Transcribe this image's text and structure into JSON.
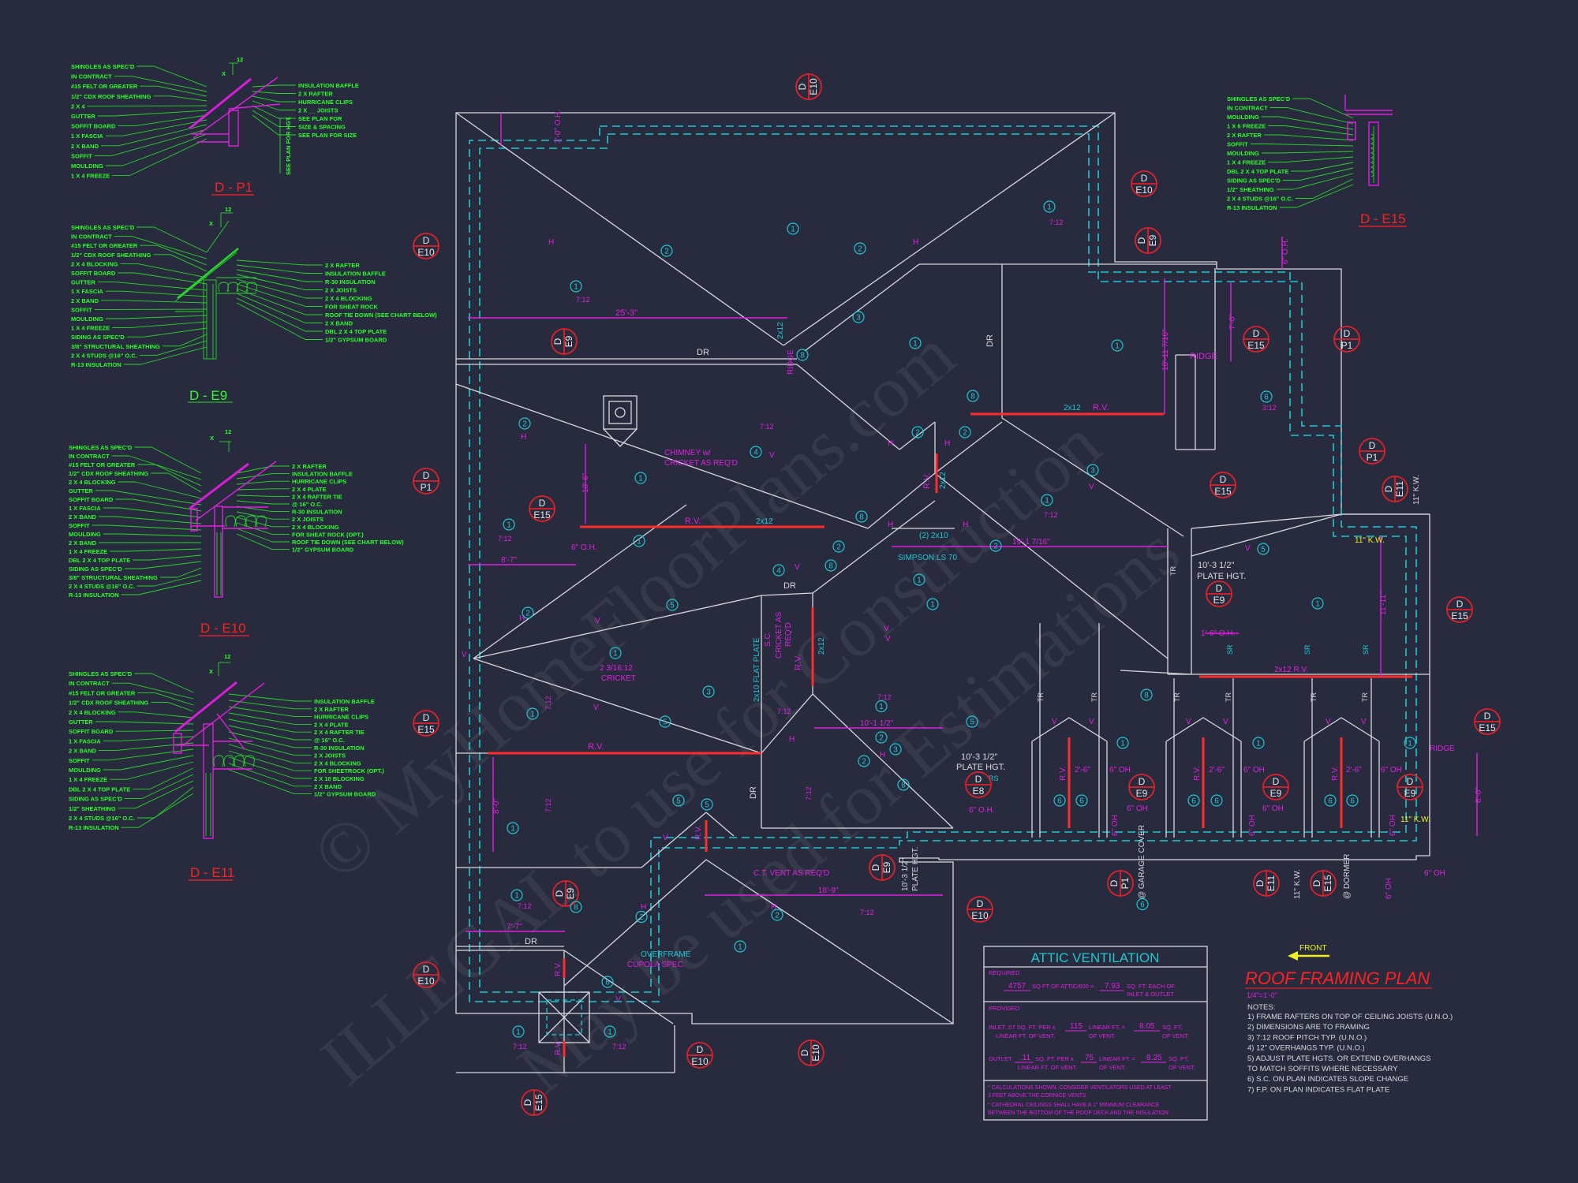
{
  "watermark": {
    "line1": "© MyHomeFloorPlans.com",
    "line2": "ILLEGAL to use for Construction",
    "line3": "May be used for Estimations"
  },
  "details": {
    "p1": {
      "title": "D - P1",
      "pitch_x": "X",
      "pitch_12": "12",
      "left_labels": [
        "SHINGLES AS SPEC'D",
        "IN CONTRACT",
        "#15 FELT OR GREATER",
        "1/2\" CDX ROOF SHEATHING",
        "2 X 4",
        "GUTTER",
        "SOFFIT BOARD",
        "1 X    FASCIA",
        "2 X    BAND",
        "SOFFIT",
        "MOULDING",
        "1 X 4 FREEZE"
      ],
      "right_labels": [
        "INSULATION BAFFLE",
        "2 X    RAFTER",
        "HURRICANE CLIPS",
        "2 X __ JOISTS",
        "SEE PLAN FOR",
        "SIZE & SPACING",
        "SEE PLAN FOR SIZE"
      ],
      "vertical_label": "SEE PLAN FOR HGT."
    },
    "e9": {
      "title": "D - E9",
      "pitch_x": "X",
      "pitch_12": "12",
      "left_labels": [
        "SHINGLES AS SPEC'D",
        "IN CONTRACT",
        "#15 FELT OR GREATER",
        "1/2\" CDX ROOF SHEATHING",
        "2 X 4 BLOCKING",
        "SOFFIT BOARD",
        "GUTTER",
        "1 X    FASCIA",
        "2 X    BAND",
        "SOFFIT",
        "MOULDING",
        "1 X 4 FREEZE",
        "SIDING AS SPEC'D",
        "3/8\" STRUCTURAL SHEATHING",
        "2 X 4 STUDS @16\" O.C.",
        "R-13 INSULATION"
      ],
      "right_labels": [
        "2 X    RAFTER",
        "INSULATION BAFFLE",
        "R-30 INSULATION",
        "2 X    JOISTS",
        "2 X 4 BLOCKING",
        "FOR SHEAT ROCK",
        "ROOF TIE DOWN (SEE CHART BELOW)",
        "2 X    BAND",
        "DBL 2 X 4 TOP PLATE",
        "1/2\" GYPSUM BOARD"
      ]
    },
    "e10": {
      "title": "D - E10",
      "pitch_x": "X",
      "pitch_12": "12",
      "left_labels": [
        "SHINGLES AS SPEC'D",
        "IN CONTRACT",
        "#15 FELT OR GREATER",
        "1/2\" CDX ROOF SHEATHING",
        "2 X 4 BLOCKING",
        "GUTTER",
        "SOFFIT BOARD",
        "1 X    FASCIA",
        "2 X    BAND",
        "SOFFIT",
        "MOULDING",
        "2 X    BAND",
        "1 X 4 FREEZE",
        "DBL 2 X 4 TOP PLATE",
        "SIDING AS SPEC'D",
        "3/8\" STRUCTURAL SHEATHING",
        "2 X 4 STUDS @16\" O.C.",
        "R-13 INSULATION"
      ],
      "right_labels": [
        "2 X    RAFTER",
        "INSULATION BAFFLE",
        "HURRICANE CLIPS",
        "2 X 4 PLATE",
        "2 X 4 RAFTER TIE",
        "@ 16\" O.C.",
        "R-30 INSULATION",
        "2 X    JOISTS",
        "2 X 4 BLOCKING",
        "FOR SHEAT ROCK (OPT.)",
        "ROOF TIE DOWN (SEE CHART BELOW)",
        "1/2\" GYPSUM BOARD"
      ]
    },
    "e11": {
      "title": "D - E11",
      "pitch_x": "X",
      "pitch_12": "12",
      "left_labels": [
        "SHINGLES AS SPEC'D",
        "IN CONTRACT",
        "#15 FELT OR GREATER",
        "1/2\" CDX ROOF SHEATHING",
        "2 X 4 BLOCKING",
        "GUTTER",
        "SOFFIT BOARD",
        "1 X    FASCIA",
        "2 X    BAND",
        "SOFFIT",
        "MOULDING",
        "1 X 4 FREEZE",
        "DBL 2 X 4 TOP PLATE",
        "SIDING AS SPEC'D",
        "1/2\" SHEATHING",
        "2 X 4 STUDS @16\" O.C.",
        "R-13 INSULATION"
      ],
      "right_labels": [
        "INSULATION BAFFLE",
        "2 X    RAFTER",
        "HURRICANE CLIPS",
        "2 X 4 PLATE",
        "2 X 4 RAFTER TIE",
        "@ 16\" O.C.",
        "R-30 INSULATION",
        "2 X    JOISTS",
        "2 X 4 BLOCKING",
        "FOR SHEETROCK (OPT.)",
        "2 X 10 BLOCKING",
        "2 X    BAND",
        "1/2\" GYPSUM BOARD"
      ]
    },
    "e15": {
      "title": "D - E15",
      "left_labels": [
        "SHINGLES AS SPEC'D",
        "IN CONTRACT",
        "MOULDING",
        "1 X 6 FREEZE",
        "2 X    RAFTER",
        "SOFFIT",
        "MOULDING",
        "1 X 4 FREEZE",
        "DBL 2 X 4 TOP PLATE",
        "SIDING AS SPEC'D",
        "1/2\" SHEATHING",
        "2 X 4 STUDS @16\" O.C.",
        "R-13 INSULATION"
      ]
    }
  },
  "plan": {
    "tag_letter": "D",
    "tags": {
      "e10": "E10",
      "e9": "E9",
      "e15": "E15",
      "p1": "P1",
      "e11": "E11",
      "e8": "E8"
    },
    "labels": {
      "dr": "DR",
      "rv": "R.V.",
      "ridge": "RIDGE",
      "h": "H",
      "v": "V",
      "two_x_twelve": "2x12",
      "two_x_12_rv": "2x12 R.V.",
      "pitch_7_12": "7:12",
      "pitch_3_12": "3:12",
      "chimney": "CHIMNEY w/",
      "chimney2": "CRICKET AS REQ'D",
      "double_2x10": "(2) 2x10",
      "simpson": "SIMPSON LS 70",
      "cricket_pitch": "2 3/16:12",
      "cricket": "CRICKET",
      "flat_plate": "2x10 FLAT PLATE",
      "sc": "S.C.",
      "cricket_as": "CRICKET AS",
      "reqd": "REQ'D",
      "ct_vent": "C.T. VENT AS REQ'D",
      "overframe": "OVERFRAME",
      "cupola": "CUPOLA SPEC.",
      "plate_hgt_a": "10'-3 1/2\"",
      "plate_hgt_b": "PLATE HGT.",
      "kw": "11\" K.W.",
      "tr": "TR",
      "sr": "SR",
      "rs": "RS",
      "garage_cover": "@ GARAGE COVER",
      "dormer": "@ DORMER",
      "oh_6": "6\" O.H.",
      "oh_6b": "6\" OH",
      "oh_1_6": "1'-6\" O.H.",
      "oh_3_0": "3'-0\" O.H.",
      "dim_2_6": "2'-6\""
    },
    "dims": {
      "d25_3": "25'-3\"",
      "d10_6": "10'-6\"",
      "d8_7": "8'-7\"",
      "d19_1": "19'-1 7/16\"",
      "d10_11": "10'-11 7/16\"",
      "d7_0": "7'-0\"",
      "d11_11": "11'-11\"",
      "d10_1": "10'-1 1/2\"",
      "d8_0": "8'-0\"",
      "d18_9": "18'-9\"",
      "d7_7": "7'-7\"",
      "d6_0": "6'-0\"",
      "d6_oh": "6\" O.H."
    },
    "callouts": [
      "1",
      "2",
      "3",
      "4",
      "5",
      "6",
      "8"
    ]
  },
  "attic_ventilation": {
    "title": "ATTIC VENTILATION",
    "required_label": "REQUIRED",
    "required_area": "4757",
    "required_text": "SQ FT OF ATTIC/600 =",
    "required_result": "7.93",
    "required_each": "SQ. FT. EACH OF",
    "required_each2": "INLET & OUTLET",
    "provided_label": "PROVIDED",
    "inlet_label": "INLET .07 SQ. FT. PER x",
    "inlet_sub": "LINEAR FT. OF VENT.",
    "inlet_lf": "115",
    "inlet_lf_label": "LINEAR FT. =",
    "inlet_lf_sub": "OF VENT.",
    "inlet_result": "8.05",
    "inlet_unit": "SQ. FT.",
    "inlet_unit_sub": "OF VENT.",
    "outlet_label": "OUTLET",
    "outlet_rate": ".11",
    "outlet_rate_label": "SQ. FT. PER x",
    "outlet_sub": "LINEAR FT. OF VENT.",
    "outlet_lf": "75",
    "outlet_lf_label": "LINEAR FT. =",
    "outlet_lf_sub": "OF VENT.",
    "outlet_result": "8.25",
    "outlet_unit": "SQ. FT.",
    "outlet_unit_sub": "OF VENT.",
    "notes": [
      "* CALCULATIONS SHOWN, CONSIDER VENTILATORS USED AT LEAST",
      "  3 FEET ABOVE THE CORNICE VENTS",
      "* CATHEDRAL CEILINGS SHALL HAVE A 1\" MINIMUM CLEARANCE",
      "  BETWEEN THE BOTTOM OF THE ROOF DECK AND THE INSULATION"
    ]
  },
  "title_block": {
    "front": "FRONT",
    "title": "ROOF FRAMING PLAN",
    "scale": "1/4\"=1'-0\"",
    "notes_label": "NOTES:",
    "notes": [
      "1)   FRAME RAFTERS ON TOP OF CEILING JOISTS (U.N.O.)",
      "2)  DIMENSIONS ARE TO FRAMING",
      "3)  7:12 ROOF PITCH TYP. (U.N.O.)",
      "4)  12\" OVERHANGS TYP. (U.N.O.)",
      "5)  ADJUST PLATE HGTS. OR EXTEND OVERHANGS",
      "      TO MATCH SOFFITS WHERE NECESSARY",
      "6)  S.C. ON PLAN INDICATES SLOPE CHANGE",
      "7)   F.P. ON PLAN INDICATES FLAT PLATE"
    ]
  },
  "colors": {
    "background": "#272b3d",
    "detail_text": "#2bff2b",
    "framing": "#d8d8de",
    "wall": "#1ec8d2",
    "dimension": "#e020e0",
    "section_tag": "#e0202a",
    "ridge_vent": "#ff2b2b",
    "title": "#ff2020",
    "front_arrow": "#f0f020"
  }
}
